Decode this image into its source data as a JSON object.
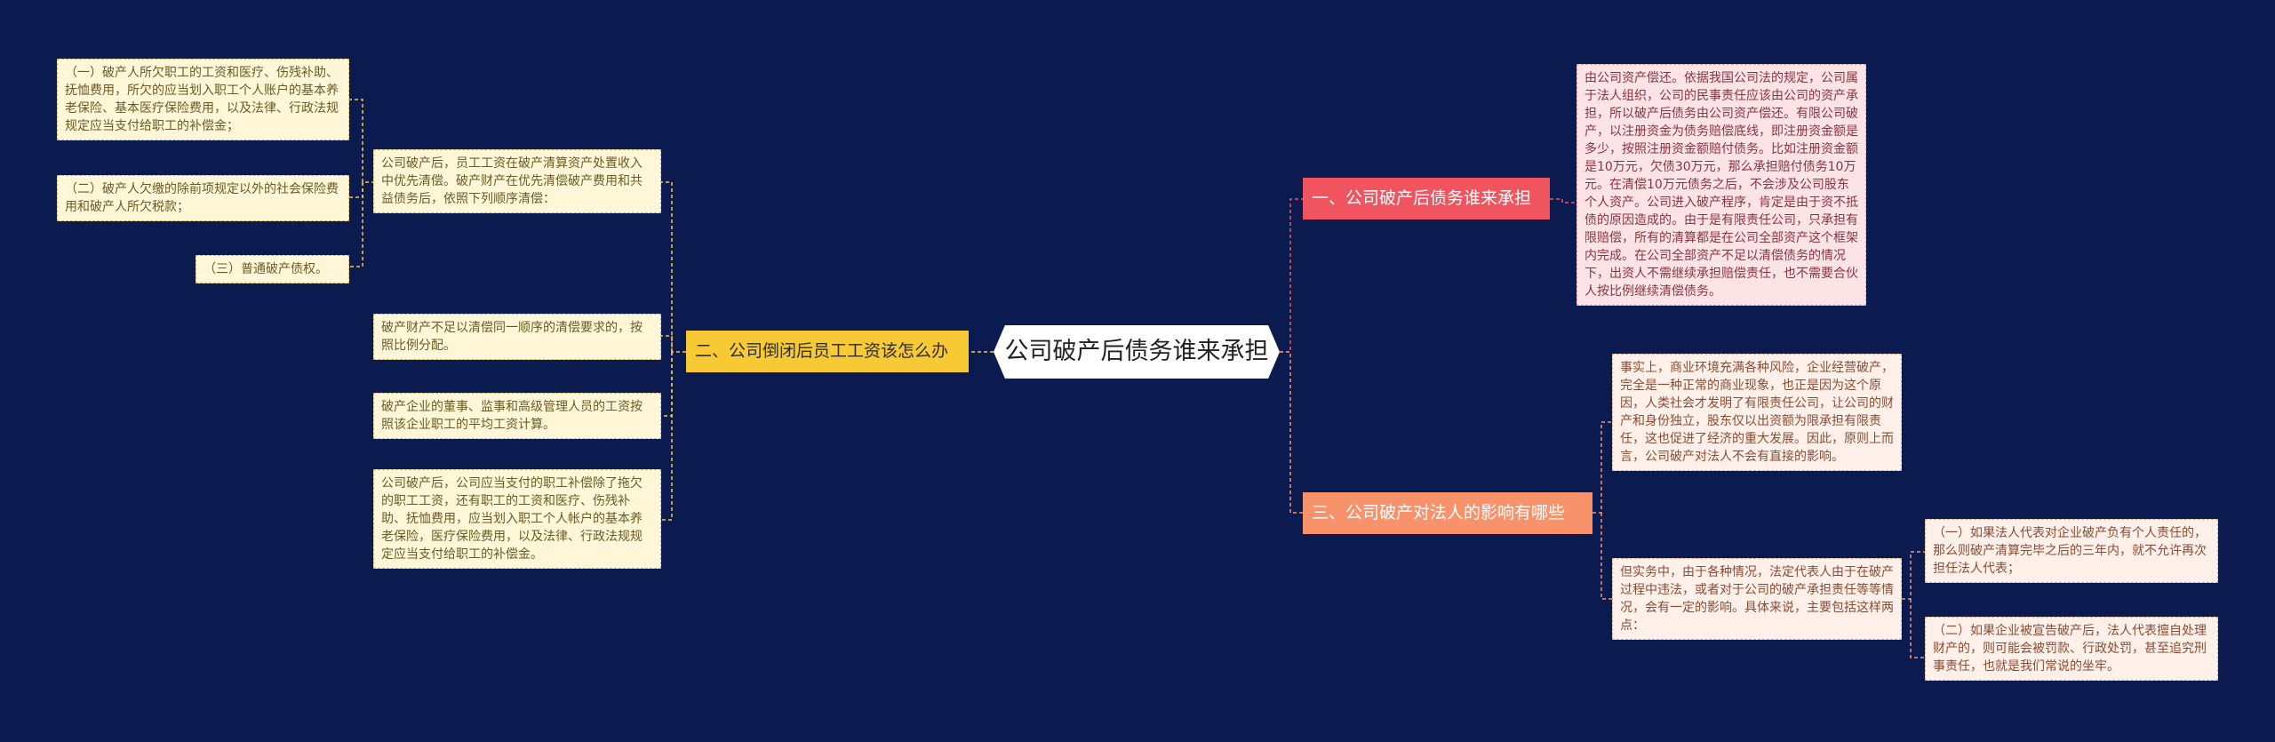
{
  "root": {
    "title": "公司破产后债务谁来承担"
  },
  "branches": [
    {
      "label": "一、公司破产后债务谁来承担"
    },
    {
      "label": "二、公司倒闭后员工工资该怎么办"
    },
    {
      "label": "三、公司破产对法人的影响有哪些"
    }
  ],
  "b1_leaf": "由公司资产偿还。依据我国公司法的规定，公司属于法人组织，公司的民事责任应该由公司的资产承担，所以破产后债务由公司资产偿还。有限公司破产，以注册资金为债务赔偿底线，即注册资金额是多少，按照注册资金额赔付债务。比如注册资金额是10万元，欠债30万元，那么承担赔付债务10万元。在清偿10万元债务之后，不会涉及公司股东个人资产。公司进入破产程序，肯定是由于资不抵债的原因造成的。由于是有限责任公司，只承担有限赔偿，所有的清算都是在公司全部资产这个框架内完成。在公司全部资产不足以清偿债务的情况下，出资人不需继续承担赔偿责任，也不需要合伙人按比例继续清偿债务。",
  "b2_leaves": [
    "公司破产后，员工工资在破产清算资产处置收入中优先清偿。破产财产在优先清偿破产费用和共益债务后，依照下列顺序清偿：",
    "破产财产不足以清偿同一顺序的清偿要求的，按照比例分配。",
    "破产企业的董事、监事和高级管理人员的工资按照该企业职工的平均工资计算。",
    "公司破产后，公司应当支付的职工补偿除了拖欠的职工工资，还有职工的工资和医疗、伤残补助、抚恤费用，应当划入职工个人帐户的基本养老保险，医疗保险费用，以及法律、行政法规规定应当支付给职工的补偿金。"
  ],
  "b2_subleaves": [
    "（一）破产人所欠职工的工资和医疗、伤残补助、抚恤费用，所欠的应当划入职工个人账户的基本养老保险、基本医疗保险费用，以及法律、行政法规规定应当支付给职工的补偿金；",
    "（二）破产人欠缴的除前项规定以外的社会保险费用和破产人所欠税款；",
    "（三）普通破产债权。"
  ],
  "b3_leaves": [
    "事实上，商业环境充满各种风险，企业经营破产，完全是一种正常的商业现象，也正是因为这个原因，人类社会才发明了有限责任公司，让公司的财产和身份独立，股东仅以出资额为限承担有限责任，这也促进了经济的重大发展。因此，原则上而言，公司破产对法人不会有直接的影响。",
    "但实务中，由于各种情况，法定代表人由于在破产过程中违法，或者对于公司的破产承担责任等等情况，会有一定的影响。具体来说，主要包括这样两点："
  ],
  "b3_subleaves": [
    "（一）如果法人代表对企业破产负有个人责任的，那么则破产清算完毕之后的三年内，就不允许再次担任法人代表；",
    "（二）如果企业被宣告破产后，法人代表擅自处理财产的，则可能会被罚款、行政处罚，甚至追究刑事责任，也就是我们常说的坐牢。"
  ],
  "colors": {
    "background": "#0b1b4f",
    "branch1": "#f0545e",
    "branch2": "#f6c935",
    "branch3": "#f8926a",
    "leaf_left": "#fff7d7",
    "leaf_right": "#fff1ea"
  }
}
